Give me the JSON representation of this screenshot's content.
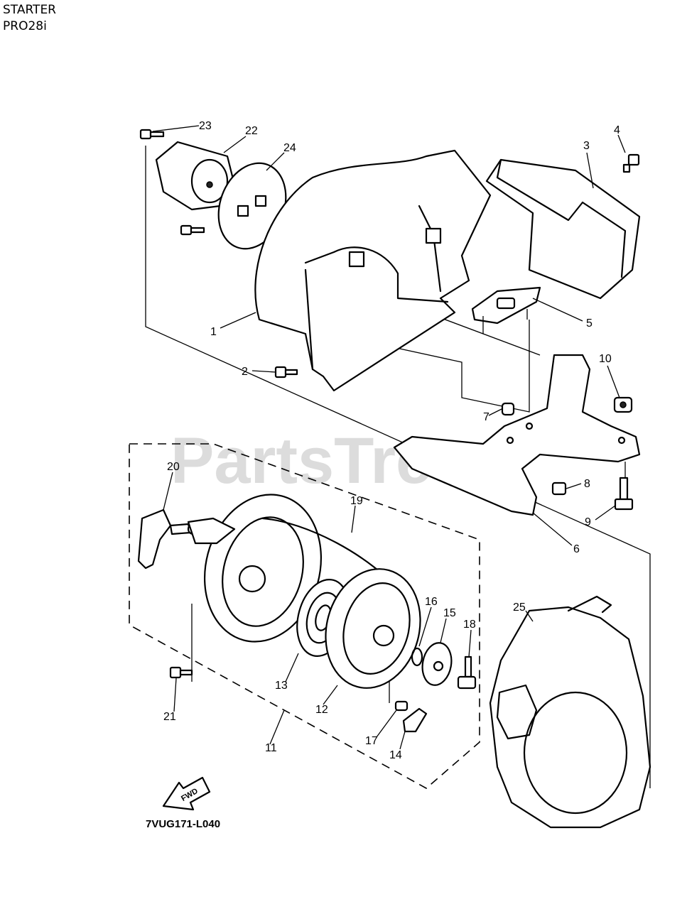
{
  "header": {
    "title": "STARTER",
    "model": "PRO28i"
  },
  "watermark": "PartsTree",
  "diagram_code": "7VUG171-L040",
  "fwd_arrow_label": "FWD",
  "callouts": [
    "1",
    "2",
    "3",
    "4",
    "5",
    "6",
    "7",
    "8",
    "9",
    "10",
    "11",
    "12",
    "13",
    "14",
    "15",
    "16",
    "17",
    "18",
    "19",
    "20",
    "21",
    "22",
    "23",
    "24",
    "25"
  ]
}
